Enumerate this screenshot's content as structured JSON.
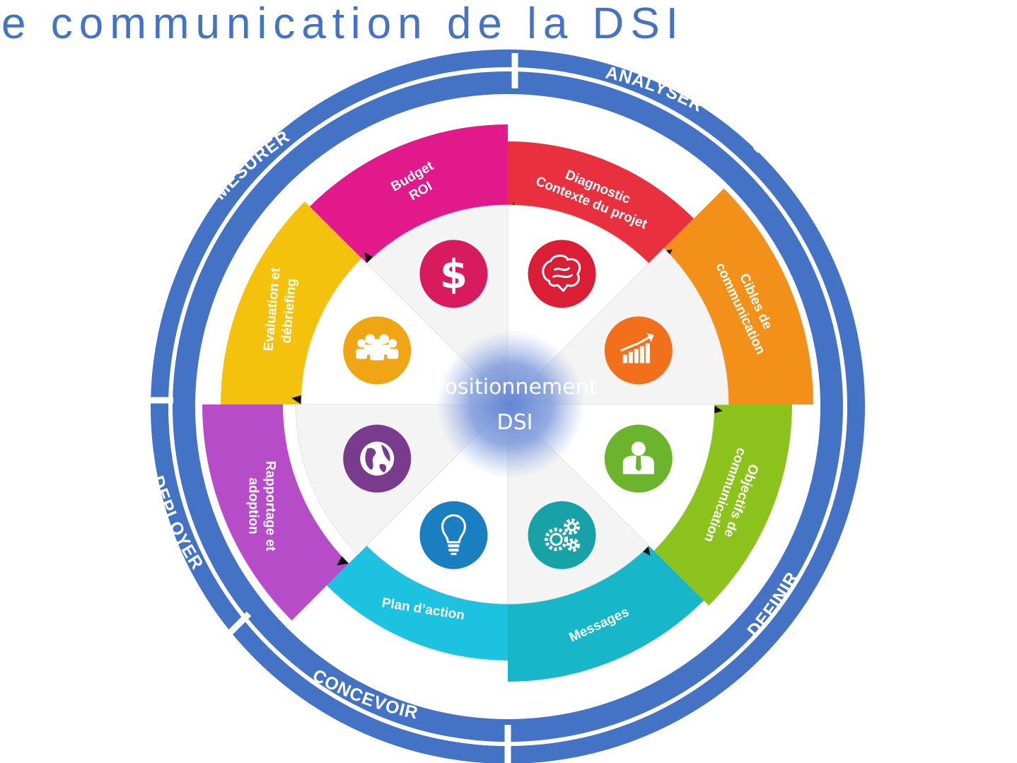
{
  "title": "e communication de la DSI",
  "phases": [
    {
      "key": "analyser",
      "label": "ANALYSER"
    },
    {
      "key": "definir",
      "label": "DEFINIR"
    },
    {
      "key": "concevoir",
      "label": "CONCEVOIR"
    },
    {
      "key": "deployer",
      "label": "DEPLOYER"
    },
    {
      "key": "mesurer",
      "label": "MESURER"
    }
  ],
  "segments": [
    {
      "key": "diagnostic",
      "lines": [
        "Diagnostic",
        "Contexte du projet"
      ],
      "color": "#e8303f",
      "icon": "brain-icon",
      "icon_color": "#d91e36"
    },
    {
      "key": "cibles",
      "lines": [
        "Cibles de",
        "communication"
      ],
      "color": "#f39019",
      "icon": "growth-chart-icon",
      "icon_color": "#f2701c"
    },
    {
      "key": "objectifs",
      "lines": [
        "Objectifs de",
        "communication"
      ],
      "color": "#8cc21c",
      "icon": "businessman-icon",
      "icon_color": "#6db42e"
    },
    {
      "key": "messages",
      "lines": [
        "Messages"
      ],
      "color": "#17b6c8",
      "icon": "gears-icon",
      "icon_color": "#18a2a8"
    },
    {
      "key": "plan",
      "lines": [
        "Plan d’action"
      ],
      "color": "#1cc2e0",
      "icon": "lightbulb-icon",
      "icon_color": "#1a7fc0"
    },
    {
      "key": "rapportage",
      "lines": [
        "Rapportage et",
        "adoption"
      ],
      "color": "#b64cc8",
      "icon": "globe-icon",
      "icon_color": "#7a3a8e"
    },
    {
      "key": "evaluation",
      "lines": [
        "Evaluation et",
        "débriefing"
      ],
      "color": "#f4c20d",
      "icon": "team-icon",
      "icon_color": "#f0a514"
    },
    {
      "key": "budget",
      "lines": [
        "Budget",
        "ROI"
      ],
      "color": "#e2198a",
      "icon": "dollar-icon",
      "icon_color": "#d81a5f"
    }
  ],
  "center": {
    "line1": "Positionnement",
    "line2": "DSI"
  },
  "colors": {
    "ring": "#4472c4",
    "title": "#4472c4"
  }
}
